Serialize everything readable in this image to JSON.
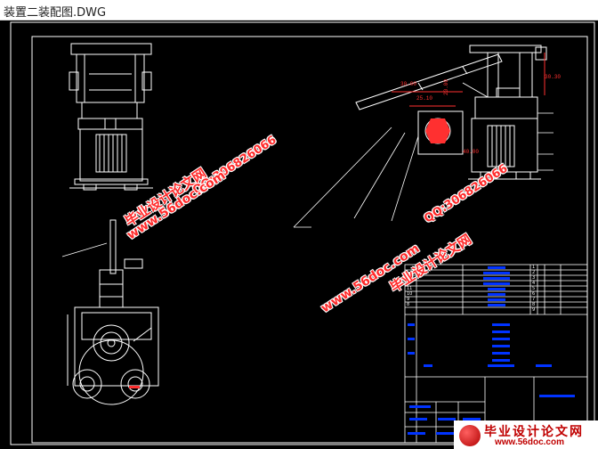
{
  "window": {
    "title": "装置二装配图.DWG"
  },
  "watermarks": {
    "brand": "毕业设计论文网",
    "qq": "QQ:306826066",
    "url": "www.56doc.com",
    "footer_brand": "毕业设计论文网",
    "footer_url": "www.56doc.com"
  },
  "dimensions": {
    "d1": "30.00",
    "d2": "25.10",
    "d3": "20.00",
    "d4": "30.30",
    "d5": "40.00"
  },
  "title_block": {
    "row_numbers": [
      "1",
      "2",
      "3",
      "4",
      "5",
      "6",
      "7",
      "8",
      "9"
    ],
    "row_left_numbers": [
      "11",
      "10",
      "9",
      "8"
    ]
  },
  "colors": {
    "background": "#000000",
    "frame": "#ffffff",
    "border_green": "#00ff00",
    "dimension_red": "#ff3030",
    "cad_blue": "#0033ff"
  }
}
